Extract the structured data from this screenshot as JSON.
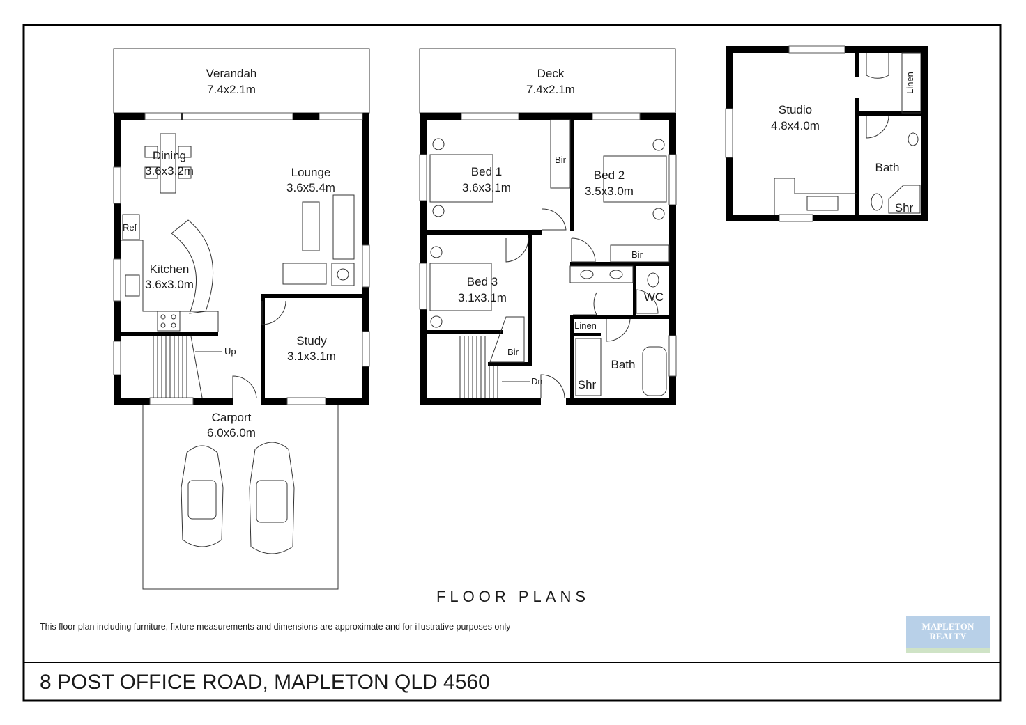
{
  "ground_floor": {
    "verandah": {
      "name": "Verandah",
      "size": "7.4x2.1m"
    },
    "dining": {
      "name": "Dining",
      "size": "3.6x3.2m"
    },
    "lounge": {
      "name": "Lounge",
      "size": "3.6x5.4m"
    },
    "kitchen": {
      "name": "Kitchen",
      "size": "3.6x3.0m"
    },
    "study": {
      "name": "Study",
      "size": "3.1x3.1m"
    },
    "carport": {
      "name": "Carport",
      "size": "6.0x6.0m"
    },
    "ref_label": "Ref",
    "stair_label": "Up"
  },
  "upper_floor": {
    "deck": {
      "name": "Deck",
      "size": "7.4x2.1m"
    },
    "bed1": {
      "name": "Bed 1",
      "size": "3.6x3.1m"
    },
    "bed2": {
      "name": "Bed 2",
      "size": "3.5x3.0m"
    },
    "bed3": {
      "name": "Bed 3",
      "size": "3.1x3.1m"
    },
    "bir_label": "Bir",
    "wc_label": "WC",
    "linen_label": "Linen",
    "bath_label": "Bath",
    "shr_label": "Shr",
    "stair_label": "Dn"
  },
  "studio_unit": {
    "studio": {
      "name": "Studio",
      "size": "4.8x4.0m"
    },
    "bath_label": "Bath",
    "shr_label": "Shr",
    "linen_label": "Linen"
  },
  "title": "FLOOR PLANS",
  "disclaimer": "This floor plan including furniture, fixture measurements and dimensions are approximate and for illustrative purposes only",
  "address": "8 POST OFFICE ROAD, MAPLETON QLD 4560",
  "logo": {
    "line1": "MAPLETON",
    "line2": "REALTY",
    "bg_color": "#b8d0e8",
    "stripe_color": "#cfe3c6"
  }
}
